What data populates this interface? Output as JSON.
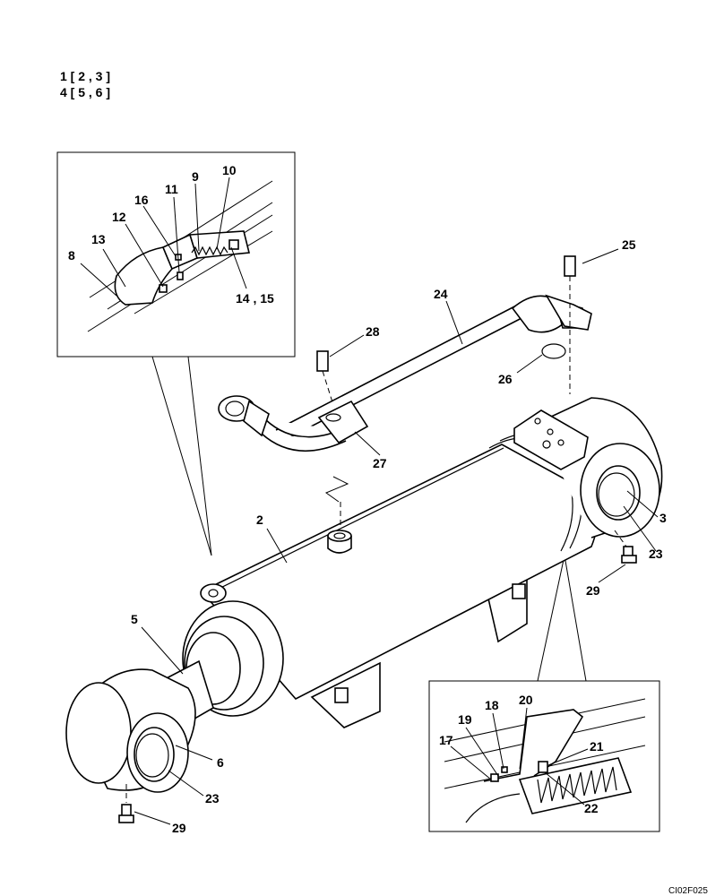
{
  "header": {
    "line1": "1 [ 2 , 3 ]",
    "line2": "4 [ 5 , 6 ]"
  },
  "callouts": {
    "c2": "2",
    "c3": "3",
    "c5": "5",
    "c6": "6",
    "c8": "8",
    "c9": "9",
    "c10": "10",
    "c11": "11",
    "c12": "12",
    "c13": "13",
    "c14_15": "14 , 15",
    "c16": "16",
    "c17": "17",
    "c18": "18",
    "c19": "19",
    "c20": "20",
    "c21": "21",
    "c22": "22",
    "c23a": "23",
    "c23b": "23",
    "c24": "24",
    "c25": "25",
    "c26": "26",
    "c27": "27",
    "c28": "28",
    "c29a": "29",
    "c29b": "29"
  },
  "drawing_code": "CI02F025"
}
